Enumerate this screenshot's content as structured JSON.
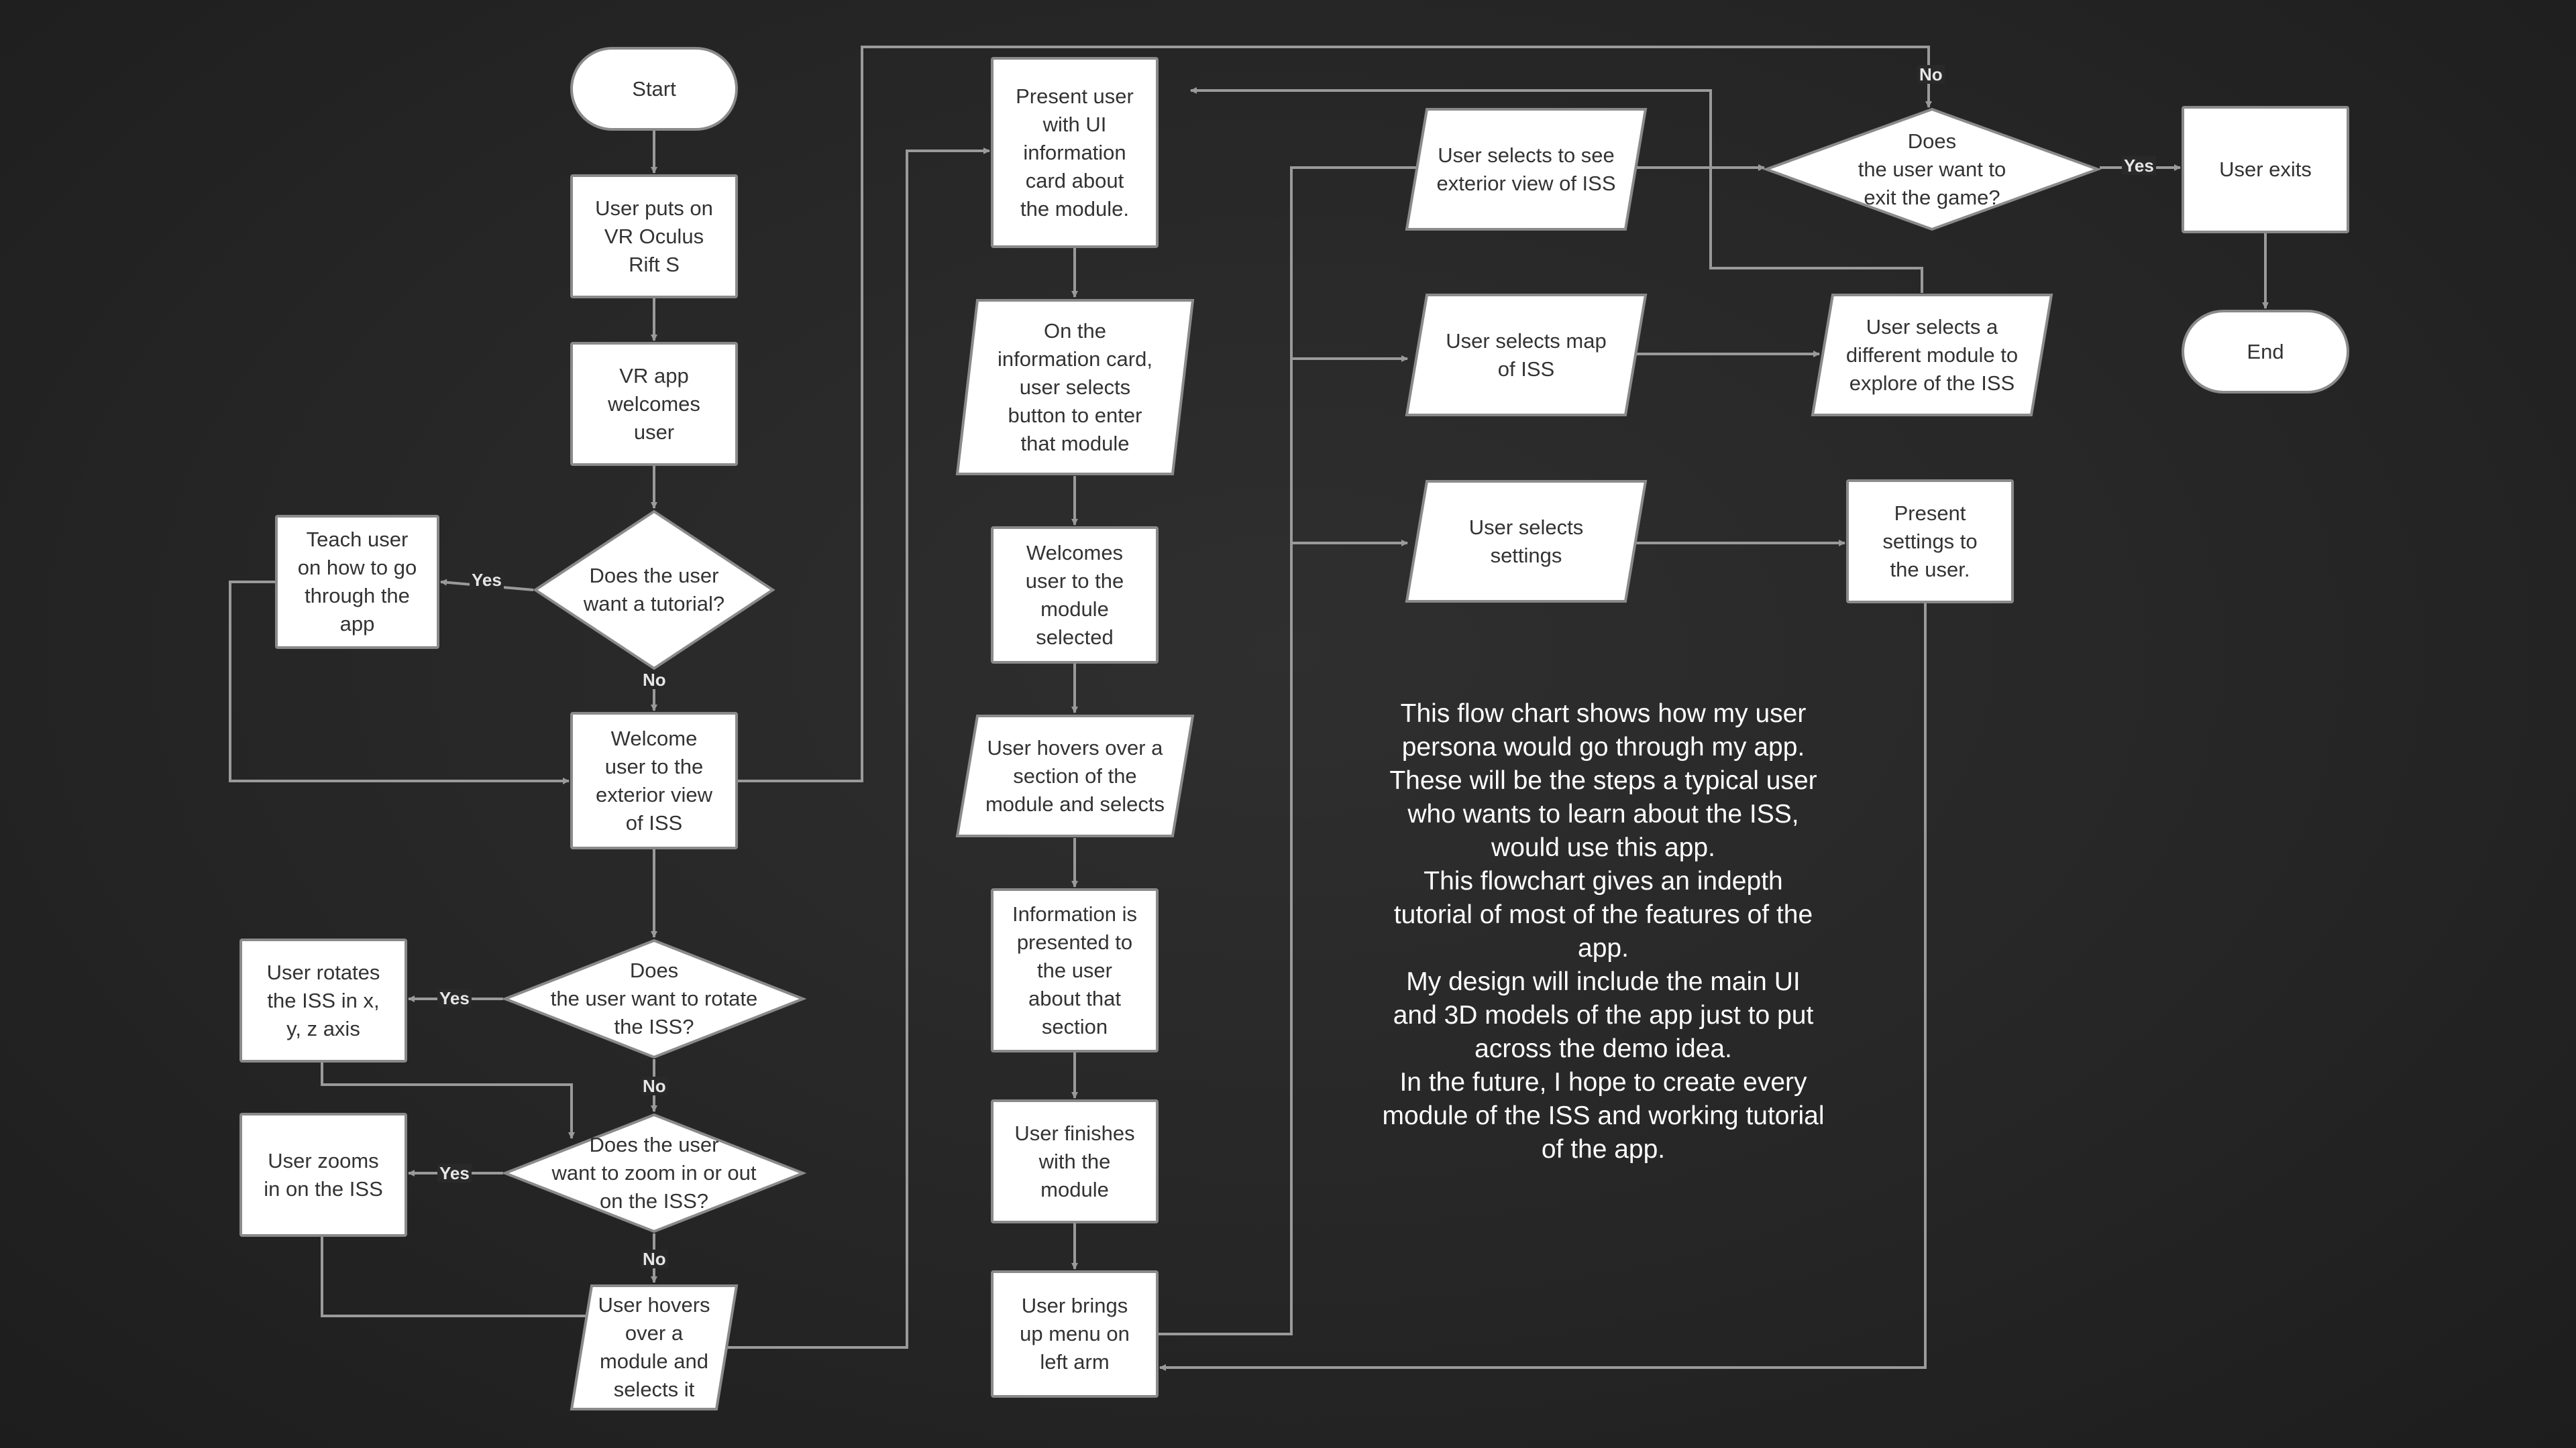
{
  "flowchart": {
    "nodes": [
      {
        "id": "start",
        "kind": "term",
        "text": "Start"
      },
      {
        "id": "vr_on",
        "kind": "rect",
        "text": "User puts on\nVR Oculus\nRift S"
      },
      {
        "id": "welcome_app",
        "kind": "rect",
        "text": "VR app\nwelcomes\nuser"
      },
      {
        "id": "tutorial_q",
        "kind": "dia",
        "text": "Does the user\nwant a tutorial?"
      },
      {
        "id": "teach",
        "kind": "rect",
        "text": "Teach user\non how to go\nthrough the\napp"
      },
      {
        "id": "welcome_ext",
        "kind": "rect",
        "text": "Welcome\nuser to the\nexterior view\nof ISS"
      },
      {
        "id": "rotate_q",
        "kind": "dia",
        "text": "Does\nthe user want to rotate\nthe ISS?"
      },
      {
        "id": "rotate",
        "kind": "rect",
        "text": "User rotates\nthe ISS in x,\ny, z axis"
      },
      {
        "id": "zoom_q",
        "kind": "dia",
        "text": "Does the user\nwant to zoom in or out\non the ISS?"
      },
      {
        "id": "zoom",
        "kind": "rect",
        "text": "User zooms\nin on the ISS"
      },
      {
        "id": "hover_module",
        "kind": "para",
        "text": "User hovers\nover a\nmodule and\nselects it"
      },
      {
        "id": "present_card",
        "kind": "rect",
        "text": "Present user\nwith UI\ninformation\ncard about\nthe module."
      },
      {
        "id": "card_select",
        "kind": "para",
        "text": "On the\ninformation card,\nuser selects\nbutton to enter\nthat module"
      },
      {
        "id": "welcome_module",
        "kind": "rect",
        "text": "Welcomes\nuser to the\nmodule\nselected"
      },
      {
        "id": "hover_section",
        "kind": "para",
        "text": "User hovers over a\nsection of the\nmodule and selects"
      },
      {
        "id": "info_presented",
        "kind": "rect",
        "text": "Information is\npresented to\nthe user\nabout that\nsection"
      },
      {
        "id": "finish_module",
        "kind": "rect",
        "text": "User finishes\nwith the\nmodule"
      },
      {
        "id": "menu",
        "kind": "rect",
        "text": "User brings\nup menu on\nleft arm"
      },
      {
        "id": "sel_exterior",
        "kind": "para",
        "text": "User selects to see\nexterior view of ISS"
      },
      {
        "id": "sel_map",
        "kind": "para",
        "text": "User selects map\nof ISS"
      },
      {
        "id": "sel_settings",
        "kind": "para",
        "text": "User selects\nsettings"
      },
      {
        "id": "exit_q",
        "kind": "dia",
        "text": "Does\nthe user want to\nexit the game?"
      },
      {
        "id": "sel_diff",
        "kind": "para",
        "text": "User selects a\ndifferent module to\nexplore of the ISS"
      },
      {
        "id": "present_settings",
        "kind": "rect",
        "text": "Present\nsettings to\nthe user."
      },
      {
        "id": "exits",
        "kind": "rect",
        "text": "User exits"
      },
      {
        "id": "end",
        "kind": "term",
        "text": "End"
      }
    ],
    "edge_labels": {
      "tutorial_yes": "Yes",
      "tutorial_no": "No",
      "rotate_yes": "Yes",
      "rotate_no": "No",
      "zoom_yes": "Yes",
      "zoom_no": "No",
      "exit_yes": "Yes",
      "exit_no": "No"
    },
    "line_color": "#9a9a9a"
  },
  "note": [
    "This flow chart shows how my user persona would go through my app. These will be the steps a typical user who wants to learn about the ISS, would use this app.",
    "This flowchart gives an indepth tutorial of most of the features of the app.",
    "My design will include the main UI and 3D models of the app just to put across the demo idea.",
    "In the future, I hope to create every module of the ISS and working tutorial of the app."
  ]
}
